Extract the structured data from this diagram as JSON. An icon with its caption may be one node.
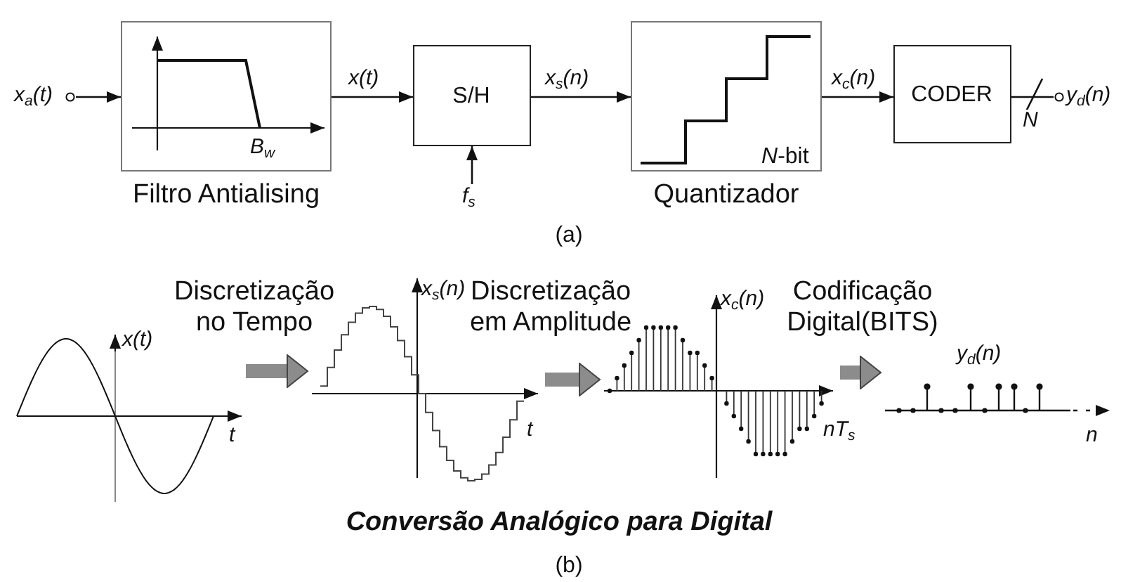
{
  "diagram": {
    "nodes": [
      {
        "text": [
          "x$_{a}$(t)"
        ]
      },
      {
        "text": [
          "B$_{w}$"
        ],
        "beside": [
          "Filtro Antialising"
        ]
      },
      {
        "text": [
          "S/H"
        ]
      },
      {
        "text": [
          "f$_{s}$"
        ]
      },
      {
        "text": [
          "*N*-bit"
        ],
        "beside": [
          "Quantizador"
        ]
      },
      {
        "text": [
          "CODER"
        ]
      },
      {
        "text": [
          "y$_{d}$(n)"
        ]
      },
      {
        "text": [
          "x(t)",
          "t"
        ]
      },
      {
        "text": [
          "x$_{s}$(n)",
          "t"
        ]
      },
      {
        "text": [
          "x$_{c}$(n)",
          "nT$_{s}$"
        ]
      },
      {
        "text": [
          "y$_{d}$(n)",
          "n"
        ]
      }
    ],
    "edges": [
      {
        "from": 0,
        "to": 1,
        "arrow": "to"
      },
      {
        "from": 1,
        "to": 2,
        "arrow": "to",
        "label": "x(t)"
      },
      {
        "from": 3,
        "to": 2,
        "arrow": "to"
      },
      {
        "from": 2,
        "to": 4,
        "arrow": "to",
        "label": "x$_{s}$(n)"
      },
      {
        "from": 4,
        "to": 5,
        "arrow": "to",
        "label": "x$_{c}$(n)"
      },
      {
        "from": 5,
        "to": 6,
        "arrow": "none",
        "label": "N"
      },
      {
        "from": 7,
        "to": 8,
        "arrow": "to",
        "style": "thick",
        "color": "#8c8c8c",
        "label": "Discretização no Tempo"
      },
      {
        "from": 8,
        "to": 9,
        "arrow": "to",
        "style": "thick",
        "color": "#8c8c8c",
        "label": "Discretização em Amplitude"
      },
      {
        "from": 9,
        "to": 10,
        "arrow": "to",
        "style": "thick",
        "color": "#8c8c8c",
        "label": "Codificação Digital(BITS)"
      }
    ],
    "labels": [
      "(a)",
      "Conversão Analógico para Digital",
      "(b)"
    ]
  }
}
